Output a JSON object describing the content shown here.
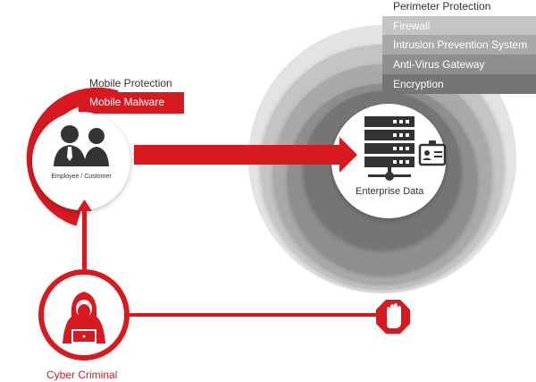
{
  "perimeter": {
    "title": "Perimeter Protection",
    "layers": [
      "Firewall",
      "Intrusion Prevention System",
      "Anti-Virus Gateway",
      "Encryption"
    ]
  },
  "enterprise": {
    "label": "Enterprise Data",
    "icons": [
      "server-rack-icon",
      "id-badge-icon"
    ]
  },
  "mobile": {
    "title": "Mobile Protection",
    "threat": "Mobile Malware",
    "user_label": "Employee / Customer",
    "icon": "people-icon"
  },
  "attacker": {
    "label": "Cyber Criminal",
    "icon": "hooded-hacker-icon",
    "blocked_icon": "stop-hand-icon"
  },
  "colors": {
    "accent": "#d71920",
    "ring_outer": "#e3e3e3",
    "ring_1": "#c4c4c4",
    "ring_2": "#a9a9a9",
    "ring_3": "#8e8e8e",
    "ring_4": "#757575",
    "ring_5": "#5a5a5a",
    "text": "#333333"
  }
}
